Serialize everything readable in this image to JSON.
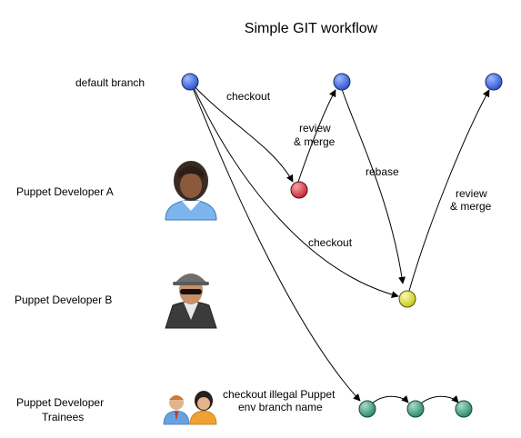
{
  "title": "Simple GIT workflow",
  "lanes": {
    "default_branch": "default branch",
    "developer_a": "Puppet Developer A",
    "developer_b": "Puppet Developer B",
    "trainees_line1": "Puppet Developer",
    "trainees_line2": "Trainees"
  },
  "edge_labels": {
    "checkout_top": "checkout",
    "review_merge_a_line1": "review",
    "review_merge_a_line2": "& merge",
    "rebase": "rebase",
    "review_merge_b_line1": "review",
    "review_merge_b_line2": "& merge",
    "checkout_mid": "checkout",
    "illegal_line1": "checkout illegal Puppet",
    "illegal_line2": "env branch name"
  },
  "colors": {
    "default_node": "#3f6fe0",
    "dev_a_node": "#d9434f",
    "dev_b_node": "#d6d62a",
    "trainee_node": "#3f9a7e"
  }
}
